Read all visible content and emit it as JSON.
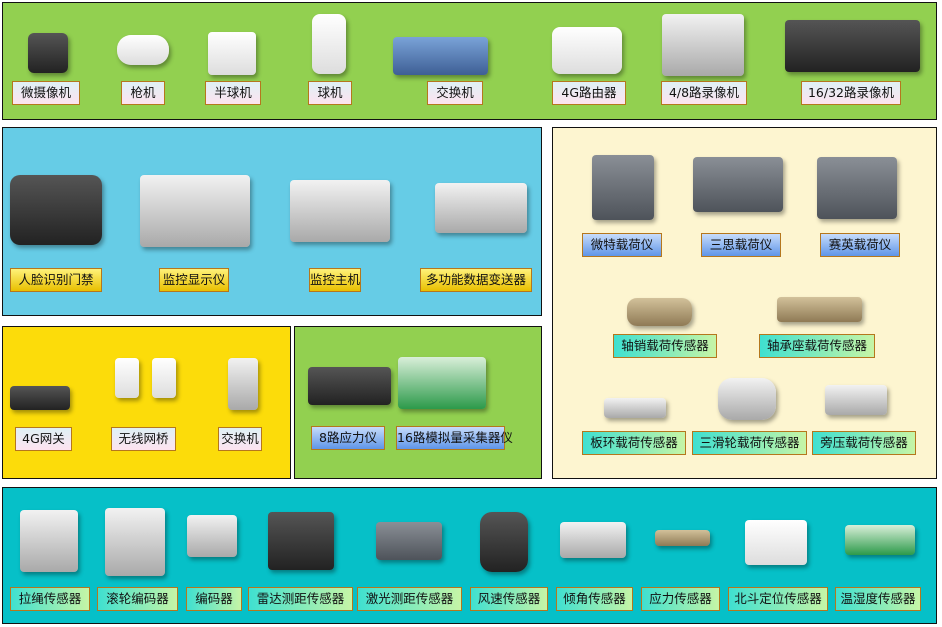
{
  "panels": {
    "cameras": {
      "color": "#92d050",
      "items": [
        "微摄像机",
        "枪机",
        "半球机",
        "球机",
        "交换机",
        "4G路由器",
        "4/8路录像机",
        "16/32路录像机"
      ]
    },
    "monitoring": {
      "color": "#66cce6",
      "items": [
        "人脸识别门禁",
        "监控显示仪",
        "监控主机",
        "多功能数据变送器"
      ]
    },
    "load": {
      "color": "#fdf5d0",
      "instruments": [
        "微特载荷仪",
        "三思载荷仪",
        "赛英载荷仪"
      ],
      "sensors": [
        "轴销载荷传感器",
        "轴承座载荷传感器",
        "板环载荷传感器",
        "三滑轮载荷传感器",
        "旁压载荷传感器"
      ]
    },
    "network": {
      "color": "#fcdc0a",
      "items": [
        "4G网关",
        "无线网桥",
        "交换机"
      ]
    },
    "acquisition": {
      "color": "#92d050",
      "items": [
        "8路应力仪",
        "16路模拟量采集器仪"
      ]
    },
    "sensors": {
      "color": "#06c0c8",
      "items": [
        "拉绳传感器",
        "滚轮编码器",
        "编码器",
        "雷达测距传感器",
        "激光测距传感器",
        "风速传感器",
        "倾角传感器",
        "应力传感器",
        "北斗定位传感器",
        "温湿度传感器"
      ]
    }
  }
}
